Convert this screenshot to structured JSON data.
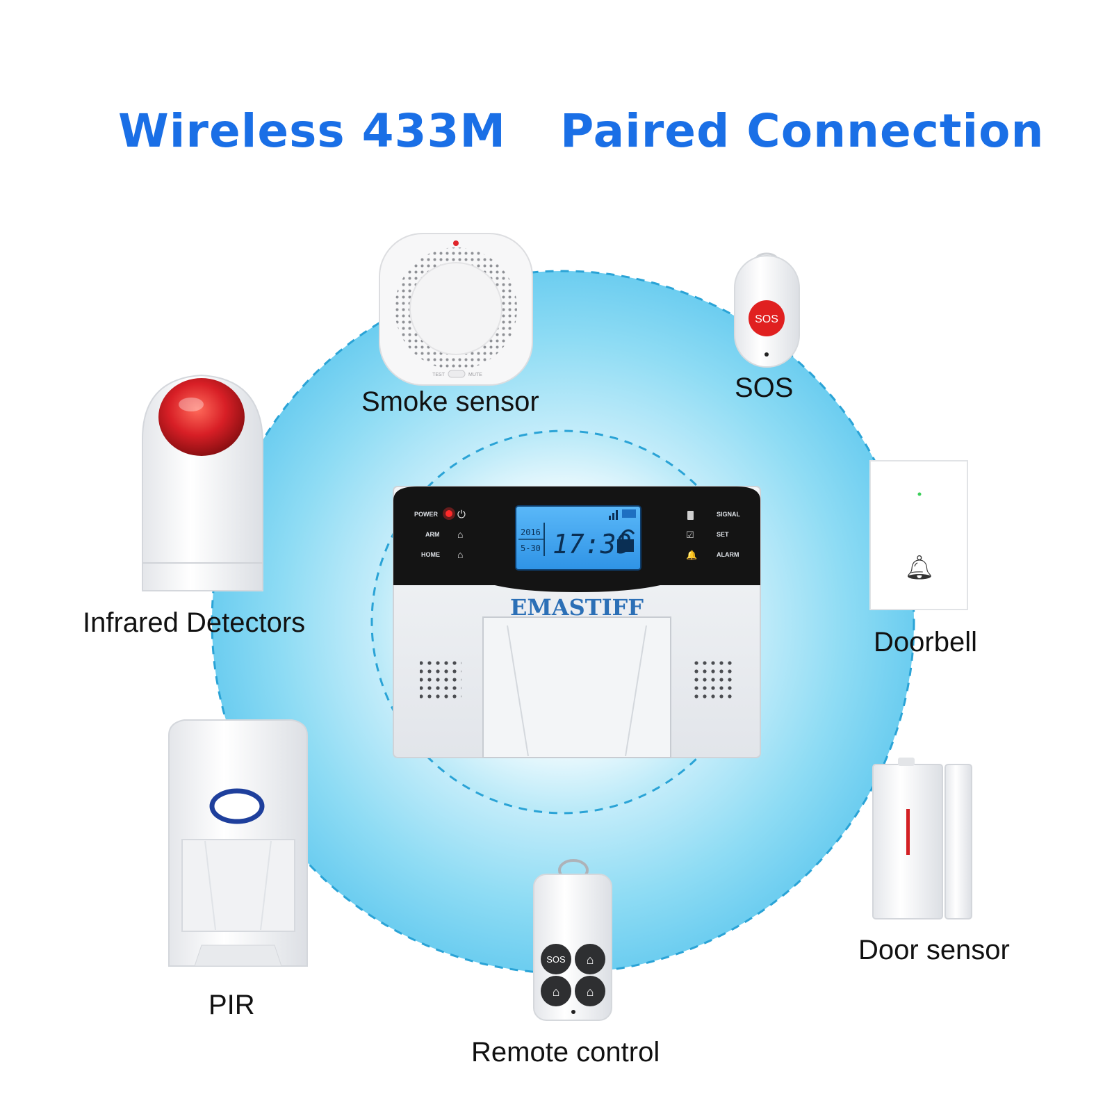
{
  "headline": {
    "left": "Wireless 433M",
    "right": "Paired Connection"
  },
  "colors": {
    "headline": "#1a6fe6",
    "ring": "#6cd0f0",
    "ring_dash": "#2aa3d6",
    "siren_red": "#d81f26",
    "sos_red": "#e02020",
    "lcd": "#39a7f2",
    "panel_black": "#141414"
  },
  "panel": {
    "brand": "EMASTIFF",
    "lcd_time": "17:39",
    "lcd_date_year": "2016",
    "lcd_date_day": "5-30",
    "left_labels": [
      "POWER",
      "ARM",
      "HOME"
    ],
    "right_labels": [
      "SIGNAL",
      "SET",
      "ALARM"
    ]
  },
  "devices": {
    "smoke": {
      "label": "Smoke sensor",
      "button_left": "TEST",
      "button_right": "MUTE"
    },
    "sos": {
      "label": "SOS",
      "button": "SOS"
    },
    "infrared": {
      "label": "Infrared Detectors"
    },
    "doorbell": {
      "label": "Doorbell"
    },
    "pir": {
      "label": "PIR"
    },
    "remote": {
      "label": "Remote control",
      "sos_key": "SOS"
    },
    "door": {
      "label": "Door sensor"
    }
  }
}
